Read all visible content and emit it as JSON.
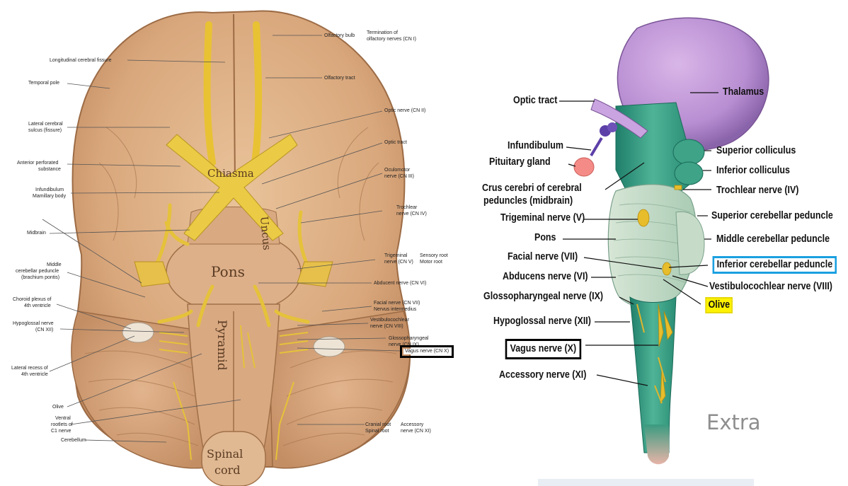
{
  "left_figure": {
    "brain_words": {
      "chiasma": "Chiasma",
      "uncus": "Uncus",
      "pons": "Pons",
      "pyramid": "Pyramid",
      "spinal": "Spinal",
      "cord": "cord"
    },
    "labels": {
      "olfactory_bulb": "Olfactory bulb",
      "termination": "Termination of",
      "termination2": "olfactory nerves (CN I)",
      "longitudinal_fissure": "Longitudinal cerebral fissure",
      "olfactory_tract": "Olfactory tract",
      "temporal_pole": "Temporal pole",
      "lateral_sulcus": "Lateral cerebral",
      "lateral_sulcus2": "sulcus (fissure)",
      "optic_nerve": "Optic nerve (CN II)",
      "optic_tract": "Optic tract",
      "anterior_perforated": "Anterior perforated",
      "anterior_perforated2": "substance",
      "oculomotor": "Oculomotor",
      "oculomotor2": "nerve (CN III)",
      "infundibulum": "Infundibulum",
      "mamillary": "Mamillary body",
      "trochlear": "Trochlear",
      "trochlear2": "nerve (CN IV)",
      "midbrain": "Midbrain",
      "trigeminal": "Trigeminal",
      "trigeminal2": "nerve (CN V)",
      "sensory_root": "Sensory root",
      "motor_root": "Motor root",
      "middle_cp": "Middle",
      "middle_cp2": "cerebellar peduncle",
      "middle_cp3": "(brachium pontis)",
      "abducent": "Abducent nerve (CN VI)",
      "choroid": "Choroid plexus of",
      "choroid2": "4th ventricle",
      "facial": "Facial nerve (CN VII)",
      "intermedius": "Nervus intermedius",
      "hypoglossal": "Hypoglossal nerve",
      "hypoglossal2": "(CN XII)",
      "vestibulocochlear": "Vestibulocochlear",
      "vestibulocochlear2": "nerve (CN VIII)",
      "glossopharyngeal": "Glossopharyngeal",
      "glossopharyngeal2": "nerve (CN IX)",
      "vagus": "Vagus nerve (CN X)",
      "lateral_recess": "Lateral recess of",
      "lateral_recess2": "4th ventricle",
      "olive": "Olive",
      "ventral_rootlets": "Ventral",
      "ventral_rootlets2": "rootlets of",
      "ventral_rootlets3": "C1 nerve",
      "cranial_root": "Cranial root",
      "spinal_root": "Spinal root",
      "accessory": "Accessory",
      "accessory2": "nerve (CN XI)",
      "cerebellum": "Cerebellum"
    }
  },
  "right_figure": {
    "labels": {
      "thalamus": "Thalamus",
      "optic_tract": "Optic tract",
      "infundibulum": "Infundibulum",
      "pituitary": "Pituitary gland",
      "crus": "Crus cerebri of cerebral",
      "crus2": "peduncles (midbrain)",
      "trigeminal": "Trigeminal nerve (V)",
      "pons": "Pons",
      "facial": "Facial nerve (VII)",
      "abducens": "Abducens nerve (VI)",
      "glossopharyngeal": "Glossopharyngeal nerve (IX)",
      "hypoglossal": "Hypoglossal nerve (XII)",
      "vagus": "Vagus nerve (X)",
      "accessory": "Accessory nerve (XI)",
      "superior_colliculus": "Superior colliculus",
      "inferior_colliculus": "Inferior colliculus",
      "trochlear": "Trochlear nerve (IV)",
      "superior_cp": "Superior cerebellar peduncle",
      "middle_cp": "Middle cerebellar peduncle",
      "inferior_cp": "Inferior cerebellar peduncle",
      "vestibulocochlear": "Vestibulocochlear nerve (VIII)",
      "olive": "Olive"
    },
    "extra": "Extra"
  },
  "highlight_colors": {
    "black_box": "#000000",
    "blue_box": "#1aa0e0",
    "yellow_box": "#fff200"
  }
}
